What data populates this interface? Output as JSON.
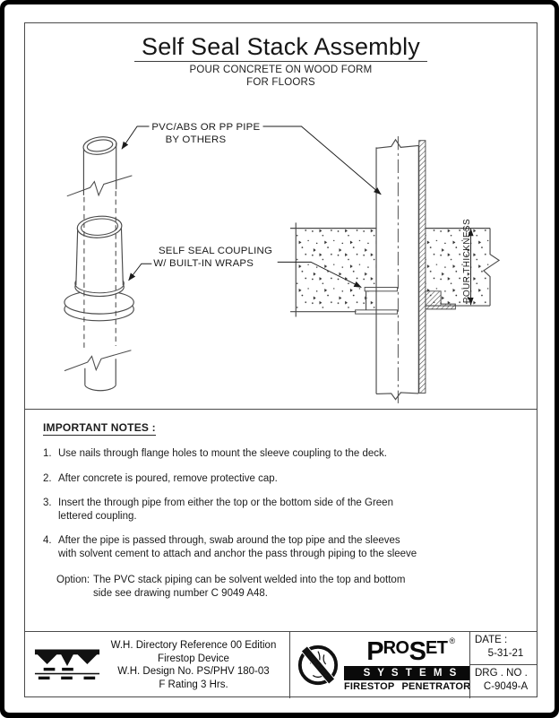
{
  "header": {
    "title": "Self Seal Stack Assembly",
    "subtitle_line1": "POUR CONCRETE ON WOOD FORM",
    "subtitle_line2": "FOR FLOORS"
  },
  "diagram": {
    "pipe_label_line1": "PVC/ABS OR PP PIPE",
    "pipe_label_line2": "BY OTHERS",
    "coupling_label_line1": "SELF SEAL COUPLING",
    "coupling_label_line2": "W/ BUILT-IN WRAPS",
    "pour_thickness_label": "POUR THICKNESS"
  },
  "notes": {
    "heading": "IMPORTANT NOTES :",
    "items": [
      {
        "num": "1.",
        "line1": "Use nails through flange holes to mount the sleeve coupling to the deck.",
        "line2": ""
      },
      {
        "num": "2.",
        "line1": "After concrete is poured, remove protective cap.",
        "line2": ""
      },
      {
        "num": "3.",
        "line1": "Insert the through pipe from either the top or the bottom side of the Green",
        "line2": "lettered coupling."
      },
      {
        "num": "4.",
        "line1": "After the pipe is passed through, swab around the top pipe and the sleeves",
        "line2": "with solvent cement to attach and anchor the pass through piping to the sleeve"
      }
    ],
    "option_label": "Option:",
    "option_line1": "The PVC stack piping can be solvent welded into the top and bottom",
    "option_line2": "side see drawing number C 9049 A48."
  },
  "title_block": {
    "certification": {
      "line1": "W.H. Directory Reference 00 Edition",
      "line2": "Firestop Device",
      "line3": "W.H. Design No. PS/PHV 180-03",
      "line4": "F Rating 3 Hrs."
    },
    "brand": {
      "wordmark_p1": "P",
      "wordmark_p2": "RO",
      "wordmark_p3": "S",
      "wordmark_p4": "ET",
      "registered": "®",
      "systems": "S Y S T E M S",
      "tagline": "FIRESTOP PENETRATOR",
      "trademark": "™",
      "badge_text": "FIRESTOP"
    },
    "date": {
      "label": "DATE :",
      "value": "5-31-21"
    },
    "drawing_no": {
      "label": "DRG . NO .",
      "value": "C-9049-A"
    }
  },
  "colors": {
    "line": "#4a4a4a",
    "text": "#1b1b1b",
    "frame": "#000000",
    "page": "#ffffff"
  }
}
